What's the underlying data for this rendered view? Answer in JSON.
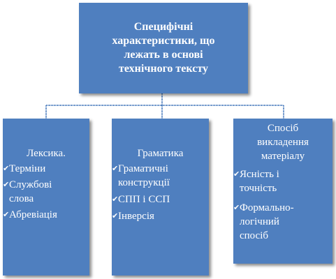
{
  "root": {
    "label": "Специфічні\nхарактеристики, що\nлежать в основі\nтехнічного тексту"
  },
  "children": [
    {
      "title": "Лексика.",
      "items": [
        "Терміни",
        "Службові\nслова",
        "Абревіація"
      ]
    },
    {
      "title": "Граматика",
      "items": [
        "Граматичні\nконструкції",
        "СПП і ССП",
        "Інверсія"
      ]
    },
    {
      "title": "Спосіб\nвикладення\nматеріалу",
      "items": [
        "Ясність і\nточність",
        "Формально-\nлогічний\nспосіб"
      ]
    }
  ],
  "icons": {
    "bullet": "check-icon"
  },
  "colors": {
    "box_fill": "#4f7fbf",
    "connector": "#4f7fbf",
    "text": "#ffffff"
  }
}
